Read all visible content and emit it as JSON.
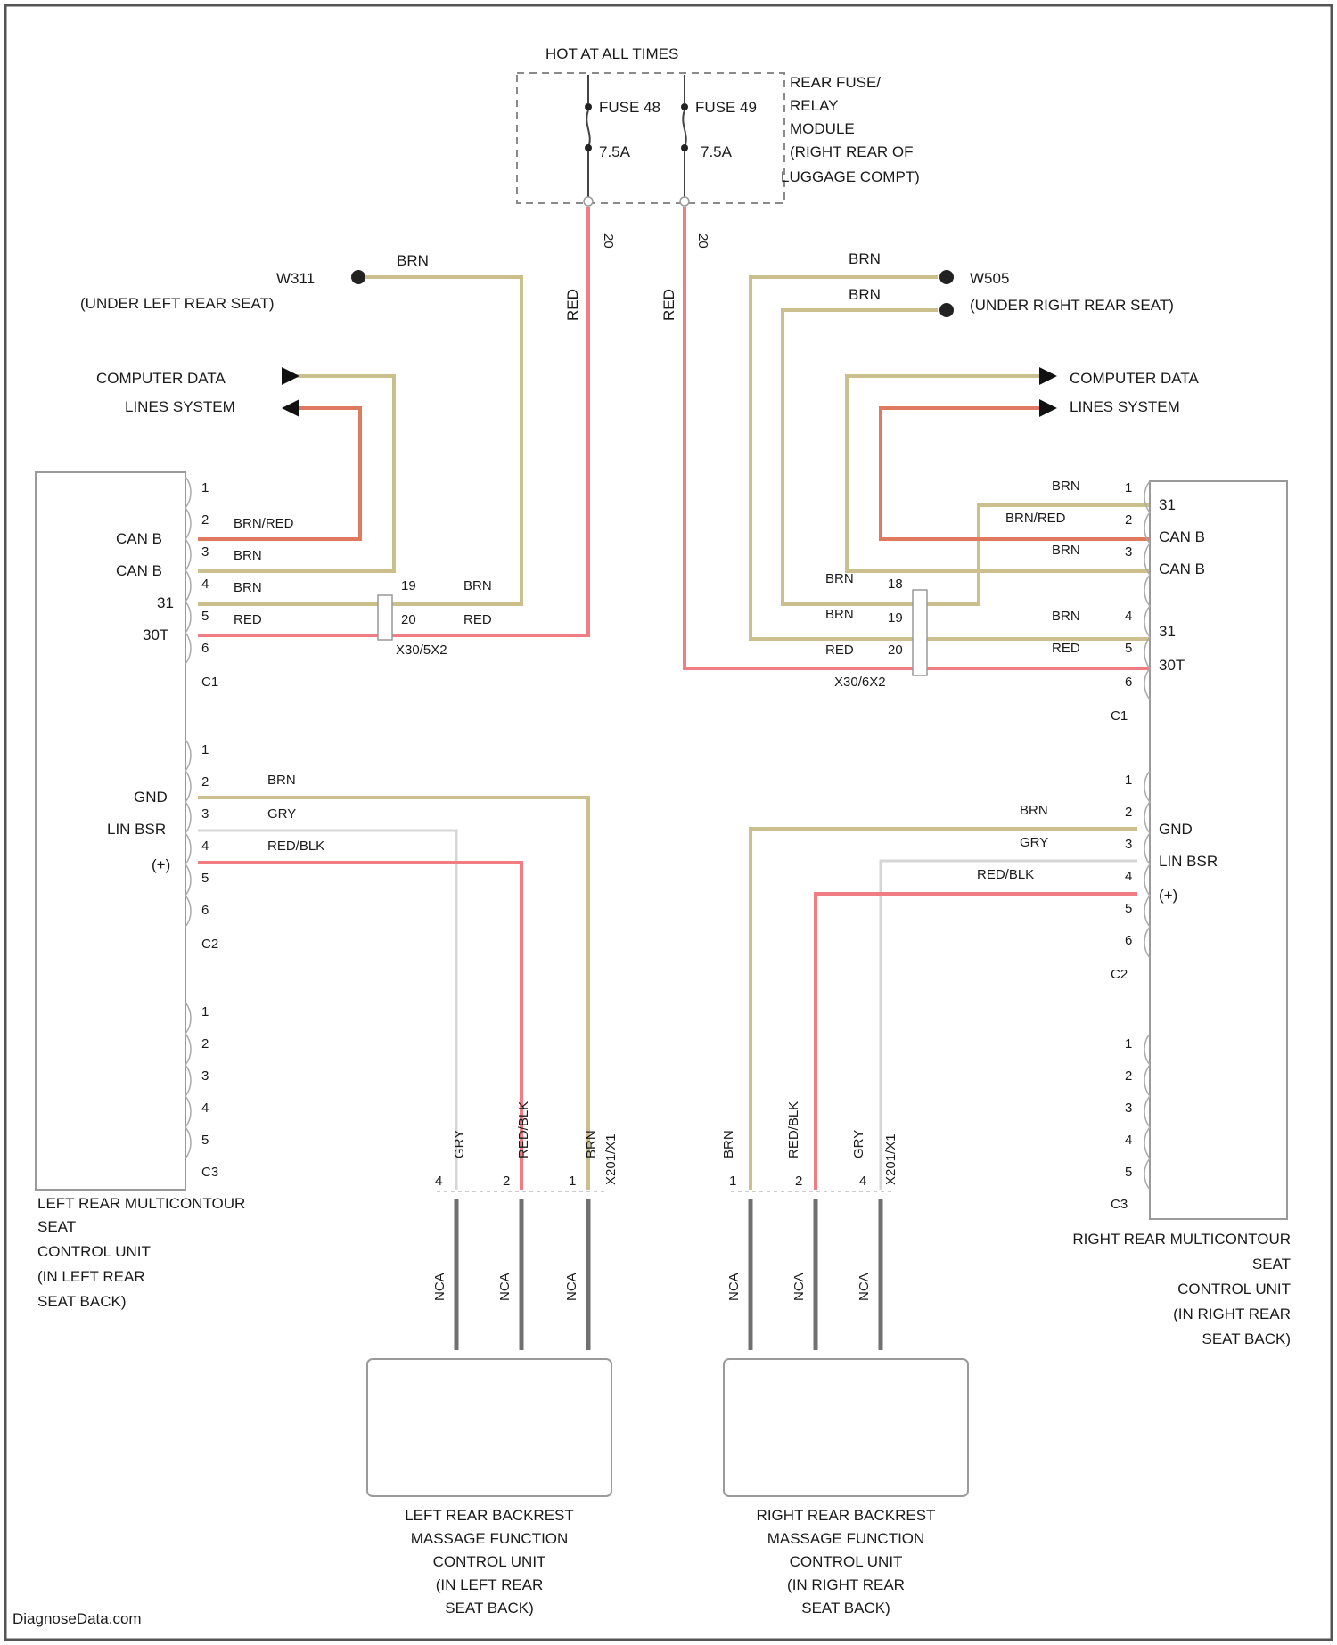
{
  "fuse_block": {
    "hot_label": "HOT AT ALL TIMES",
    "fuse_left_name": "FUSE 48",
    "fuse_left_amp": "7.5A",
    "fuse_right_name": "FUSE 49",
    "fuse_right_amp": "7.5A",
    "module_line1": "REAR FUSE/",
    "module_line2": "RELAY",
    "module_line3": "MODULE",
    "module_line4": "(RIGHT REAR OF",
    "module_line5": "LUGGAGE COMPT)",
    "pin_left": "20",
    "pin_right": "20"
  },
  "ground_left": {
    "name": "W311",
    "location": "(UNDER LEFT REAR SEAT)"
  },
  "ground_right": {
    "name": "W505",
    "location": "(UNDER RIGHT REAR SEAT)"
  },
  "data_lines_label1": "COMPUTER DATA",
  "data_lines_label2": "LINES SYSTEM",
  "left_module": {
    "c1_pins": [
      "1",
      "2",
      "3",
      "4",
      "5",
      "6"
    ],
    "c1_label": "C1",
    "c1_signals": {
      "can_b_h": "CAN B",
      "can_b_l": "CAN B",
      "gnd31": "31",
      "b30t": "30T"
    },
    "c1_wires": [
      "BRN/RED",
      "BRN",
      "BRN",
      "RED"
    ],
    "c2_pins": [
      "1",
      "2",
      "3",
      "4",
      "5",
      "6"
    ],
    "c2_label": "C2",
    "c2_signals": {
      "gnd": "GND",
      "lin": "LIN BSR",
      "pos": "(+)"
    },
    "c2_wires": [
      "BRN",
      "GRY",
      "RED/BLK"
    ],
    "c3_pins": [
      "1",
      "2",
      "3",
      "4",
      "5"
    ],
    "c3_label": "C3",
    "name": [
      "LEFT REAR MULTICONTOUR",
      "SEAT",
      "CONTROL UNIT",
      "(IN LEFT REAR",
      "SEAT BACK)"
    ],
    "inline_pins": [
      "19",
      "20"
    ],
    "inline_wires": [
      "BRN",
      "RED"
    ],
    "inline_connector": "X30/5X2"
  },
  "right_module": {
    "c1_pins": [
      "1",
      "2",
      "3",
      "4",
      "5",
      "6"
    ],
    "c1_label": "C1",
    "c1_signals": {
      "gnd31a": "31",
      "can_b_h": "CAN B",
      "can_b_l": "CAN B",
      "gnd31": "31",
      "b30t": "30T"
    },
    "c1_wires": [
      "BRN",
      "BRN/RED",
      "BRN",
      "BRN",
      "RED"
    ],
    "c2_pins": [
      "1",
      "2",
      "3",
      "4",
      "5",
      "6"
    ],
    "c2_label": "C2",
    "c2_signals": {
      "gnd": "GND",
      "lin": "LIN BSR",
      "pos": "(+)"
    },
    "c2_wires": [
      "BRN",
      "GRY",
      "RED/BLK"
    ],
    "c3_pins": [
      "1",
      "2",
      "3",
      "4",
      "5"
    ],
    "c3_label": "C3",
    "name": [
      "RIGHT REAR MULTICONTOUR",
      "SEAT",
      "CONTROL UNIT",
      "(IN RIGHT REAR",
      "SEAT BACK)"
    ],
    "inline_pins": [
      "18",
      "19",
      "20"
    ],
    "inline_wires": [
      "BRN",
      "BRN",
      "RED"
    ],
    "inline_connector": "X30/6X2"
  },
  "left_massage": {
    "wires_in": [
      "GRY",
      "RED/BLK",
      "BRN"
    ],
    "connector": "X201/X1",
    "pins": [
      "4",
      "2",
      "1"
    ],
    "wires_out": [
      "NCA",
      "NCA",
      "NCA"
    ],
    "name": [
      "LEFT REAR BACKREST",
      "MASSAGE FUNCTION",
      "CONTROL UNIT",
      "(IN LEFT REAR",
      "SEAT BACK)"
    ]
  },
  "right_massage": {
    "wires_in": [
      "BRN",
      "RED/BLK",
      "GRY"
    ],
    "connector": "X201/X1",
    "pins": [
      "1",
      "2",
      "4"
    ],
    "wires_out": [
      "NCA",
      "NCA",
      "NCA"
    ],
    "name": [
      "RIGHT REAR BACKREST",
      "MASSAGE FUNCTION",
      "CONTROL UNIT",
      "(IN RIGHT REAR",
      "SEAT BACK)"
    ]
  },
  "wire_red": "RED",
  "wire_brn": "BRN",
  "watermark": "DiagnoseData.com",
  "colors": {
    "red": "#f07d83",
    "brown": "#cbbf8e",
    "orange": "#e07a5f",
    "gray": "#707070"
  }
}
